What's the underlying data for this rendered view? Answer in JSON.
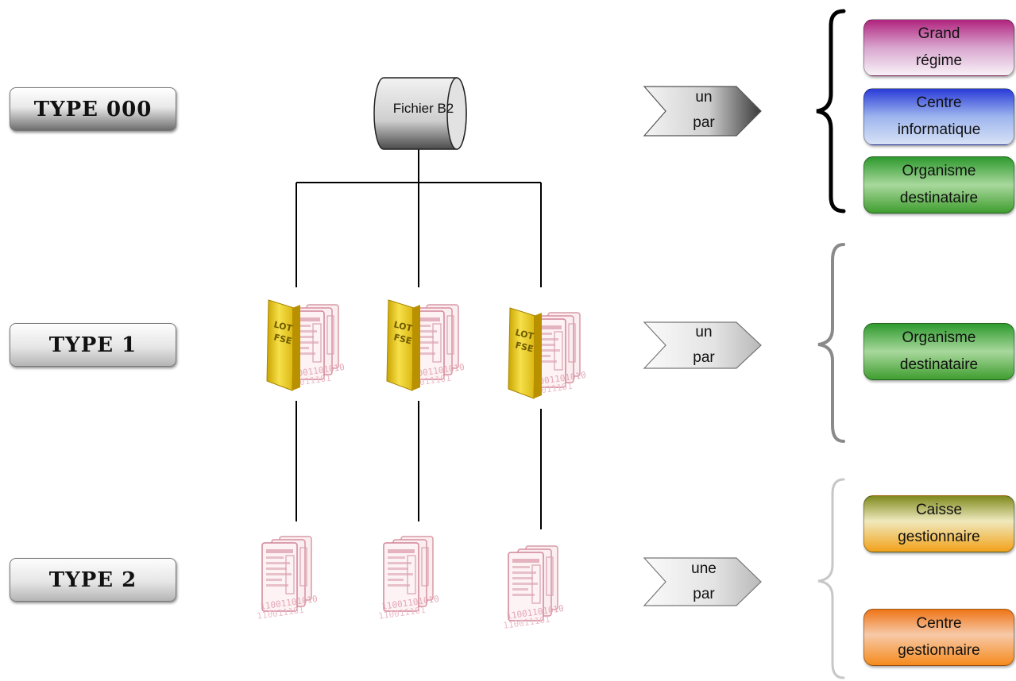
{
  "types": [
    {
      "label": "TYPE 000"
    },
    {
      "label": "TYPE 1"
    },
    {
      "label": "TYPE 2"
    }
  ],
  "root": {
    "label": "Fichier B2"
  },
  "folder": {
    "line1": "LOT",
    "line2": "FSE"
  },
  "arrows": [
    {
      "line1": "un",
      "line2": "par"
    },
    {
      "line1": "un",
      "line2": "par"
    },
    {
      "line1": "une",
      "line2": "par"
    }
  ],
  "boxes": [
    {
      "line1": "Grand",
      "line2": "régime",
      "color": "#b0237e"
    },
    {
      "line1": "Centre",
      "line2": "informatique",
      "color": "#2a3bd8"
    },
    {
      "line1": "Organisme",
      "line2": "destinataire",
      "color": "#2e9a2e"
    },
    {
      "line1": "Organisme",
      "line2": "destinataire",
      "color": "#2e9a2e"
    },
    {
      "line1": "Caisse",
      "line2": "gestionnaire",
      "color": "#7f8a1e"
    },
    {
      "line1": "Centre",
      "line2": "gestionnaire",
      "color": "#ee7517"
    }
  ]
}
